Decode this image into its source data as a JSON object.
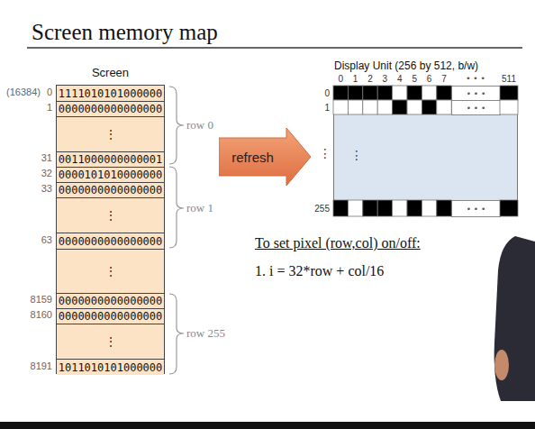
{
  "diagram": {
    "title": "Screen memory map",
    "nodes": [
      {
        "text": [
          "Screen"
        ]
      },
      {
        "text": [
          "1111010101000000"
        ],
        "in": 0
      },
      {
        "text": [
          "0000000000000000"
        ],
        "in": 0
      },
      {
        "text": [
          "⋮"
        ],
        "in": 0
      },
      {
        "text": [
          "0011000000000001"
        ],
        "in": 0
      },
      {
        "text": [
          "0000101010000000"
        ],
        "in": 0
      },
      {
        "text": [
          "0000000000000000"
        ],
        "in": 0
      },
      {
        "text": [
          "⋮"
        ],
        "in": 0
      },
      {
        "text": [
          "0000000000000000"
        ],
        "in": 0
      },
      {
        "text": [
          "⋮"
        ],
        "in": 0
      },
      {
        "text": [
          "0000000000000000"
        ],
        "in": 0
      },
      {
        "text": [
          "0000000000000000"
        ],
        "in": 0
      },
      {
        "text": [
          "⋮"
        ],
        "in": 0
      },
      {
        "text": [
          "1011010101000000"
        ],
        "in": 0
      },
      {
        "text": [
          "refresh"
        ]
      },
      {
        "text": [
          "Display Unit (256 by 512, b/w)"
        ]
      },
      {
        "text": [
          "• • •"
        ],
        "in": 15
      },
      {
        "text": [
          "• • •"
        ],
        "in": 15
      },
      {
        "text": [
          "• • •"
        ],
        "in": 15
      }
    ],
    "labels": [
      "(16384)",
      "0",
      "1",
      "31",
      "32",
      "33",
      "63",
      "8159",
      "8160",
      "8191",
      "row 0",
      "row 1",
      "row 255",
      "0",
      "1",
      "2",
      "3",
      "4",
      "5",
      "6",
      "7",
      "• • •",
      "511",
      "0",
      "1",
      "⋮",
      "255",
      "⋮",
      "To set pixel (row,col) on/off:",
      "1. i = 32*row + col/16"
    ]
  }
}
